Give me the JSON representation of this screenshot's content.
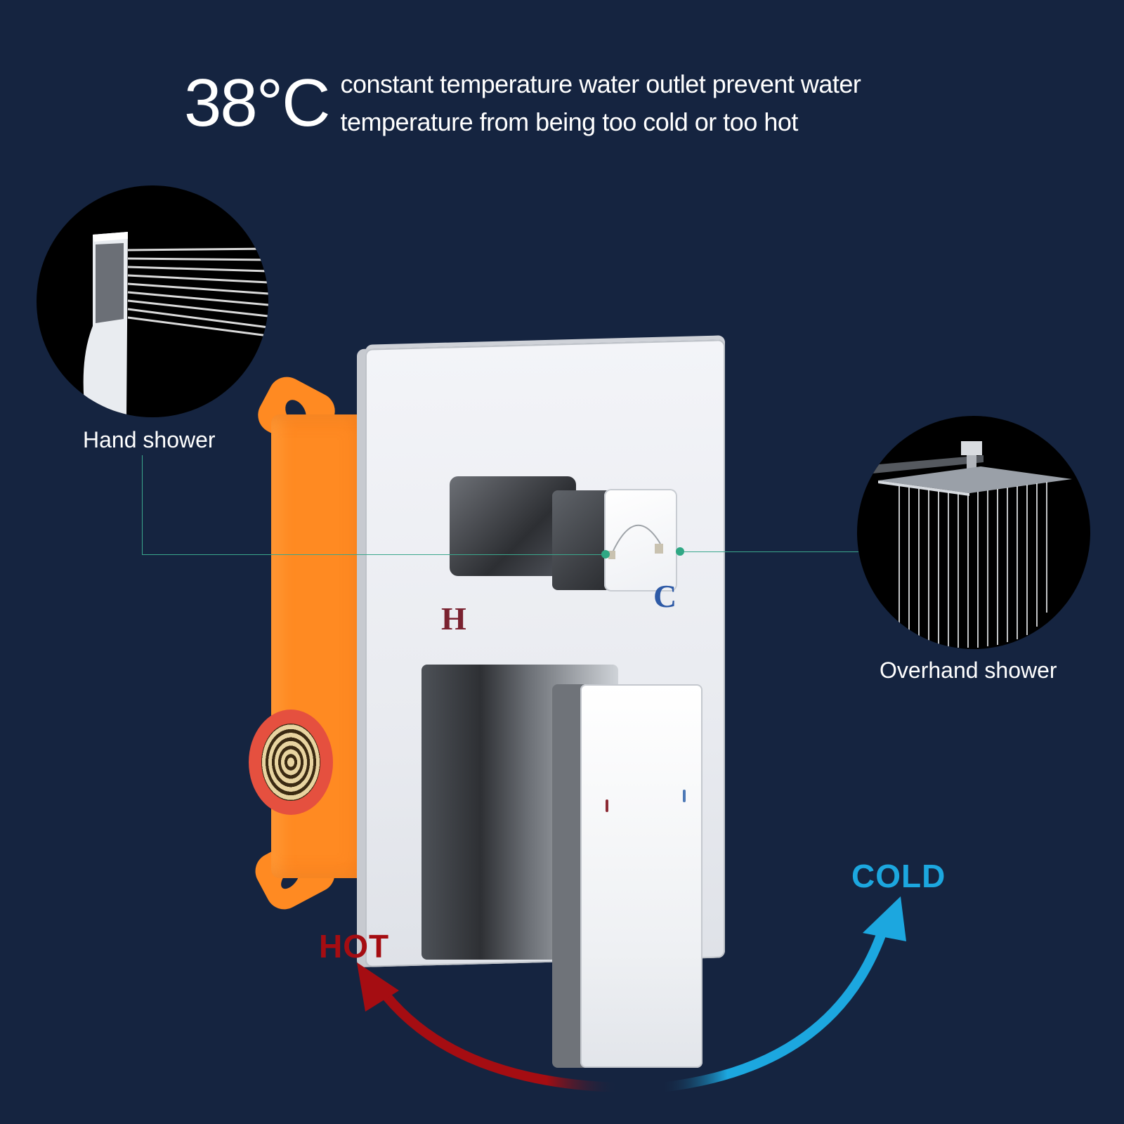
{
  "headline": {
    "temperature": "38°C",
    "description_line1": "constant temperature water outlet prevent water",
    "description_line2": "temperature from being too cold or too hot"
  },
  "callouts": {
    "hand_shower": {
      "label": "Hand shower",
      "icon": "hand-shower-icon"
    },
    "overhand_shower": {
      "label": "Overhand shower",
      "icon": "rain-shower-icon"
    }
  },
  "valve": {
    "hot_letter": "H",
    "cold_letter": "C",
    "diverter_icon": "diverter-arc-icon",
    "components": [
      "orange-rough-in-box",
      "chrome-trim-plate",
      "diverter-knob",
      "mixing-lever"
    ]
  },
  "temperature_control": {
    "hot_label": "HOT",
    "cold_label": "COLD",
    "colors": {
      "hot": "#a50d12",
      "cold": "#1ca7df"
    }
  },
  "colors": {
    "background": "#152440",
    "leader_line": "#3aa78c",
    "rough_in_box": "#ff8a22"
  }
}
